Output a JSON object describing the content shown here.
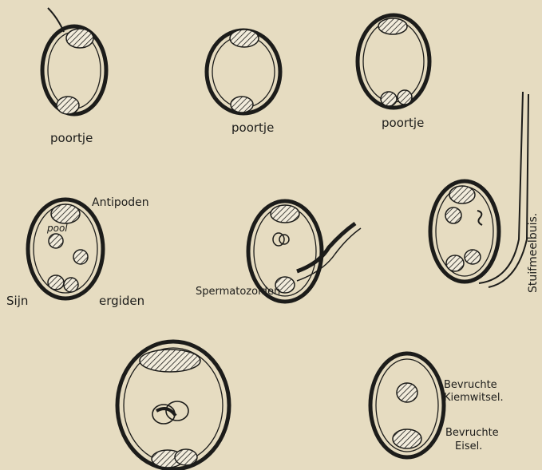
{
  "labels": {
    "poortje_1": "poortje",
    "poortje_2": "poortje",
    "poortje_3": "poortje",
    "antipoden": "Antipoden",
    "pool_kern": "pool",
    "sijn": "Sijn",
    "ergiden": "ergiden",
    "spermatozoiden": "Spermatozoiden",
    "stuifmeelbuis": "Stuifmeelbuis.",
    "bevruchte_kiemwitsel_1": "Bevruchte",
    "bevruchte_kiemwitsel_2": "Kiemwitsel.",
    "bevruchte_eisel_1": "Bevruchte",
    "bevruchte_eisel_2": "Eisel."
  },
  "colors": {
    "paper": "#e6dcc1",
    "ink": "#1c1c1a"
  }
}
